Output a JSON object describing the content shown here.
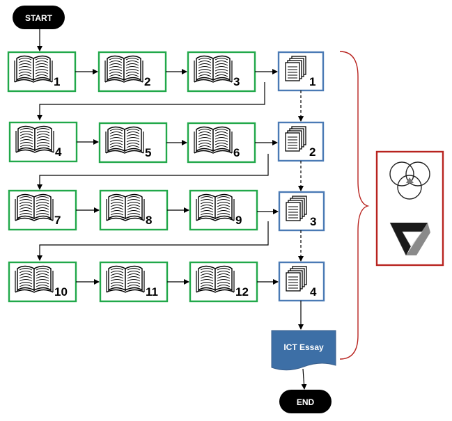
{
  "start": {
    "label": "START"
  },
  "end": {
    "label": "END"
  },
  "output": {
    "label": "ICT Essay"
  },
  "rows": [
    {
      "books": [
        "1",
        "2",
        "3"
      ],
      "doc": "1"
    },
    {
      "books": [
        "4",
        "5",
        "6"
      ],
      "doc": "2"
    },
    {
      "books": [
        "7",
        "8",
        "9"
      ],
      "doc": "3"
    },
    {
      "books": [
        "10",
        "11",
        "12"
      ],
      "doc": "4"
    }
  ],
  "colors": {
    "book_border": "#21a84a",
    "doc_border": "#4a7ab5",
    "brace": "#b8231f",
    "essay_fill": "#3d6fa6",
    "terminal_fill": "#000000"
  },
  "icons": [
    "open-book-icon",
    "document-stack-icon",
    "venn-diagram-icon",
    "impossible-triangle-icon"
  ]
}
